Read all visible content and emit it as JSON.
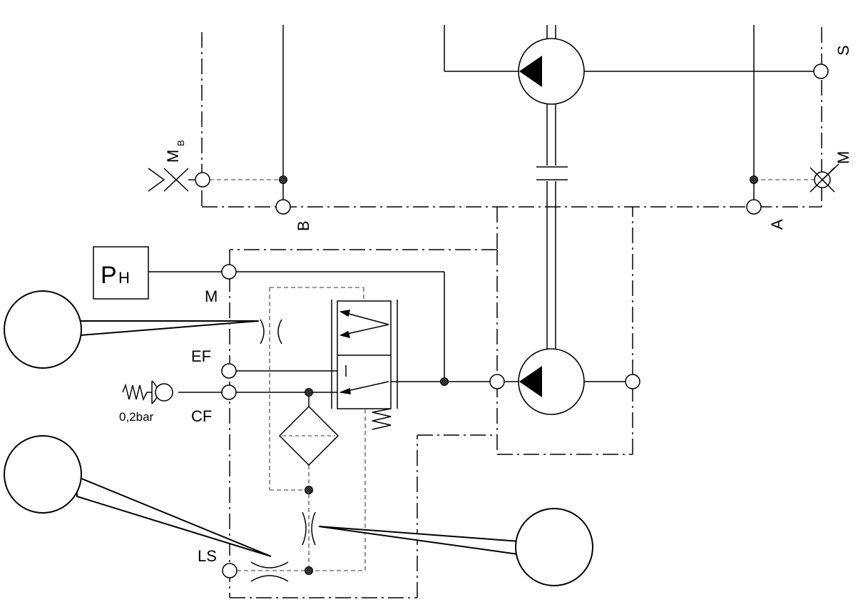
{
  "ports": {
    "S": "S",
    "M_top": "M",
    "M_B": "M",
    "M_B_sub": "B",
    "B": "B",
    "A": "A",
    "M": "M",
    "EF": "EF",
    "CF": "CF",
    "LS": "LS"
  },
  "gauge": {
    "main": "P",
    "sub": "H"
  },
  "check_valve_setting": "0,2bar",
  "colors": {
    "line": "#000000",
    "pilot": "#7a7a7a",
    "background": "#ffffff"
  }
}
